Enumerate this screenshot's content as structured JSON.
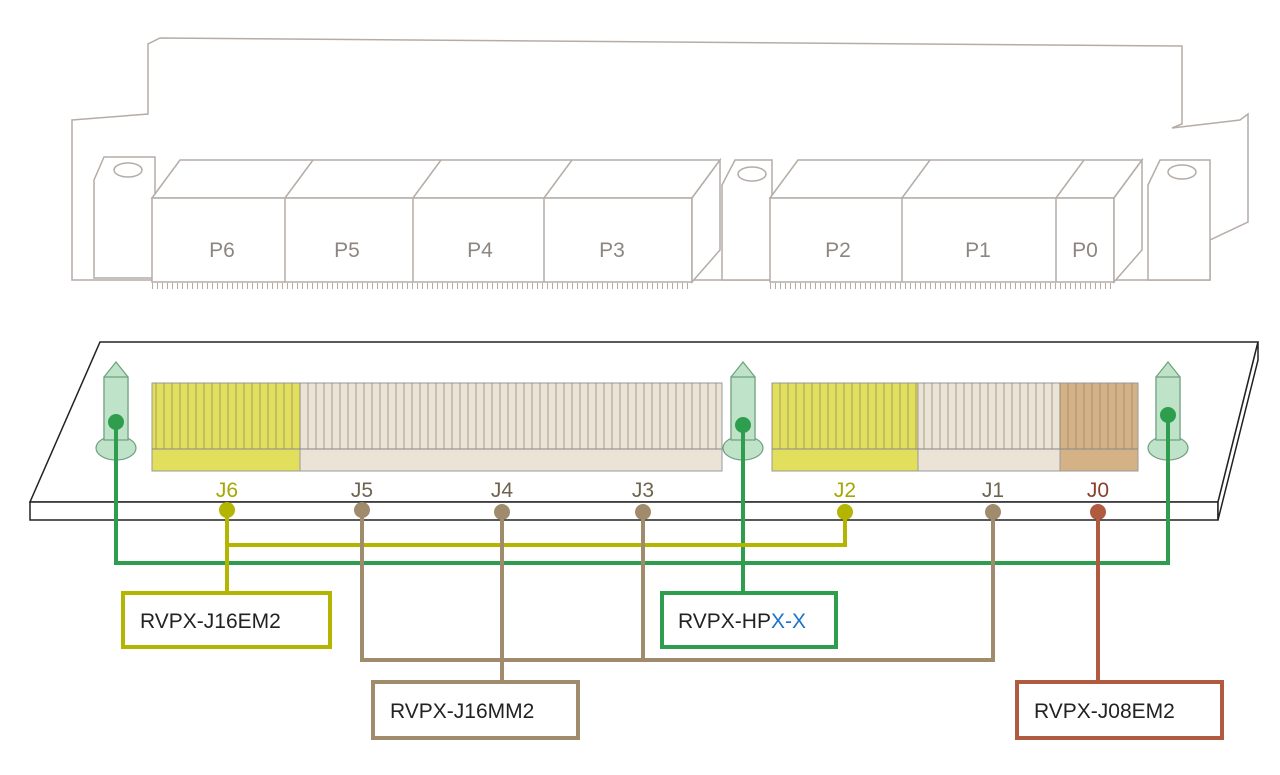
{
  "colors": {
    "green": "#2e9e4e",
    "yellow": "#b3b500",
    "beige": "#a08c6c",
    "red": "#b05a40",
    "blue": "#1a73c8"
  },
  "backplane_modules": [
    "P6",
    "P5",
    "P4",
    "P3",
    "P2",
    "P1",
    "P0"
  ],
  "board_connectors": [
    {
      "label": "J6",
      "group": "yellow"
    },
    {
      "label": "J5",
      "group": "beige"
    },
    {
      "label": "J4",
      "group": "beige"
    },
    {
      "label": "J3",
      "group": "beige"
    },
    {
      "label": "J2",
      "group": "yellow"
    },
    {
      "label": "J1",
      "group": "beige"
    },
    {
      "label": "J0",
      "group": "red"
    }
  ],
  "parts": {
    "yellow": "RVPX-J16EM2",
    "green_prefix": "RVPX-HP",
    "green_suffix": "X-X",
    "beige": "RVPX-J16MM2",
    "red": "RVPX-J08EM2"
  }
}
